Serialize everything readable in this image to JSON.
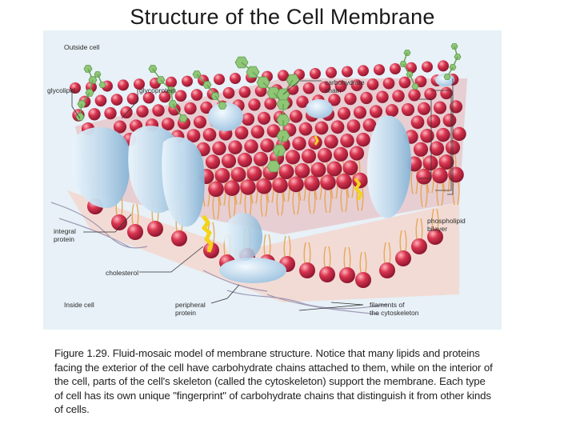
{
  "title": "Structure of the Cell Membrane",
  "labels": {
    "outside_cell": "Outside cell",
    "glycolipid": "glycolipid",
    "glycoprotein": "glycoprotein",
    "carbohydrate_chain_1": "carbohydrate",
    "carbohydrate_chain_2": "chain",
    "integral_protein_1": "integral",
    "integral_protein_2": "protein",
    "cholesterol": "cholesterol",
    "phospholipid_bilayer_1": "phospholipid",
    "phospholipid_bilayer_2": "bilayer",
    "inside_cell": "Inside cell",
    "peripheral_protein_1": "peripheral",
    "peripheral_protein_2": "protein",
    "filaments_1": "filaments of",
    "filaments_2": "the cytoskeleton"
  },
  "caption": "Figure 1.29. Fluid-mosaic model of membrane structure. Notice that many lipids and proteins facing the exterior of the cell have carbohydrate chains attached to them, while on the interior of the cell, parts of the cell's skeleton (called the cytoskeleton) support the membrane. Each type of cell has its own unique \"fingerprint\" of carbohydrate chains that distinguish it from other kinds of cells.",
  "colors": {
    "lipid_head": "#d8344e",
    "lipid_tail": "#e7a24a",
    "protein": "#bcd8ec",
    "carbohydrate": "#8fc777",
    "cholesterol": "#f4d31a"
  }
}
